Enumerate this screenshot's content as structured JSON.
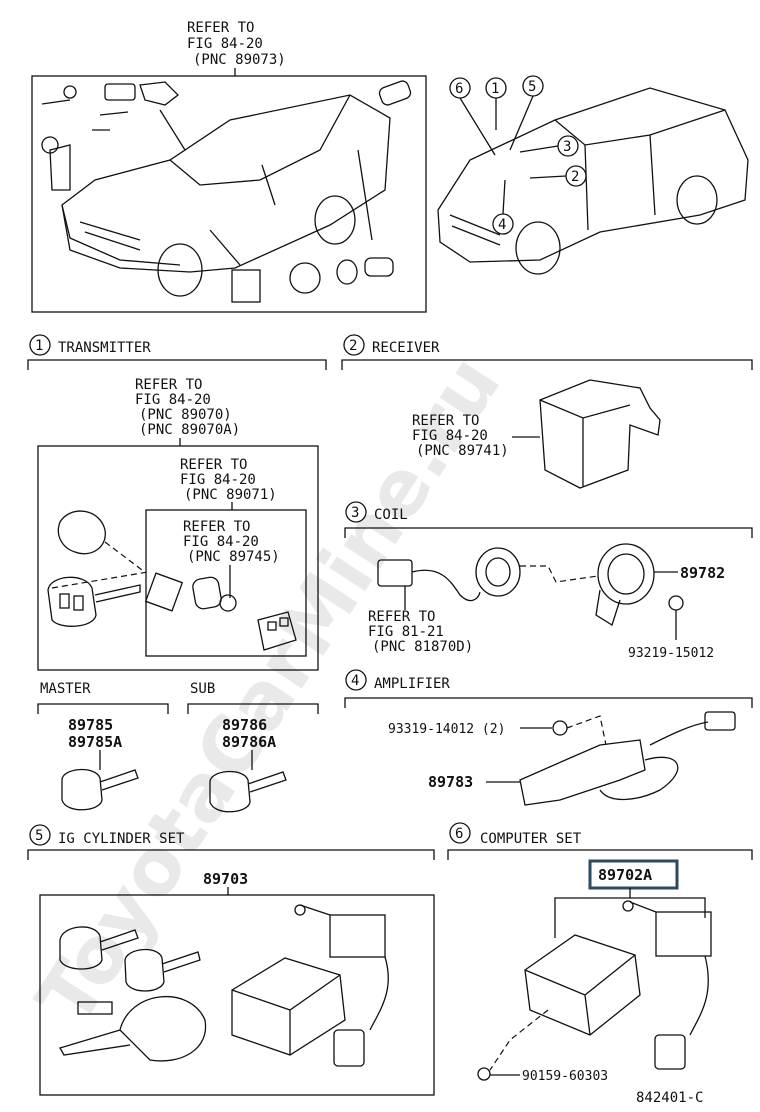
{
  "watermark": "ToyotaCarMine.ru",
  "top_left_ref": {
    "line1": "REFER TO",
    "line2": "FIG 84-20",
    "line3": "(PNC 89073)"
  },
  "sections": [
    {
      "num": "1",
      "title": "TRANSMITTER"
    },
    {
      "num": "2",
      "title": "RECEIVER"
    },
    {
      "num": "3",
      "title": "COIL"
    },
    {
      "num": "4",
      "title": "AMPLIFIER"
    },
    {
      "num": "5",
      "title": "IG CYLINDER SET"
    },
    {
      "num": "6",
      "title": "COMPUTER SET"
    }
  ],
  "callouts": [
    "6",
    "1",
    "5",
    "3",
    "2",
    "4"
  ],
  "transmitter": {
    "ref_outer": {
      "line1": "REFER TO",
      "line2": "FIG 84-20",
      "line3": "(PNC 89070)",
      "line4": "(PNC 89070A)"
    },
    "ref_middle": {
      "line1": "REFER TO",
      "line2": "FIG 84-20",
      "line3": "(PNC 89071)"
    },
    "ref_inner": {
      "line1": "REFER TO",
      "line2": "FIG 84-20",
      "line3": "(PNC 89745)"
    }
  },
  "receiver": {
    "ref": {
      "line1": "REFER TO",
      "line2": "FIG 84-20",
      "line3": "(PNC 89741)"
    }
  },
  "coil": {
    "ref": {
      "line1": "REFER TO",
      "line2": "FIG 81-21",
      "line3": "(PNC 81870D)"
    },
    "part": "89782",
    "screw": "93219-15012"
  },
  "keys": {
    "master_label": "MASTER",
    "master_parts": [
      "89785",
      "89785A"
    ],
    "sub_label": "SUB",
    "sub_parts": [
      "89786",
      "89786A"
    ]
  },
  "amplifier": {
    "screw": "93319-14012 (2)",
    "part": "89783"
  },
  "ig_cylinder": {
    "part": "89703"
  },
  "computer_set": {
    "part": "89702A",
    "screw": "90159-60303",
    "highlight_color": "#2e4a5c"
  },
  "figure_id": "842401-C"
}
